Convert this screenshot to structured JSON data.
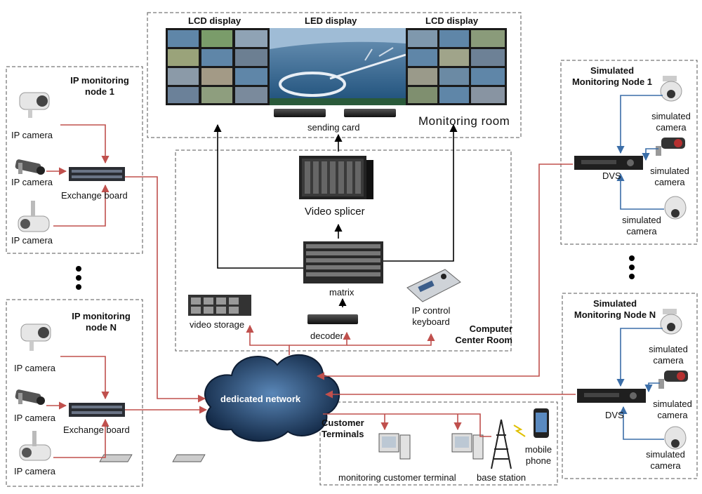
{
  "monitoring_room": {
    "title": "Monitoring  room",
    "lcd_left": "LCD display",
    "led": "LED display",
    "lcd_right": "LCD display",
    "sending_card": "sending card"
  },
  "computer_center": {
    "title_line1": "Computer",
    "title_line2": "Center Room",
    "video_splicer": "Video splicer",
    "matrix": "matrix",
    "video_storage": "video storage",
    "decoder": "decoder",
    "ip_control_line1": "IP control",
    "ip_control_line2": "keyboard"
  },
  "ip_node_1": {
    "title_line1": "IP monitoring",
    "title_line2": "node 1",
    "camera1": "IP camera",
    "camera2": "IP camera",
    "camera3": "IP camera",
    "exchange_board": "Exchange  board"
  },
  "ip_node_n": {
    "title_line1": "IP monitoring",
    "title_line2": "node N",
    "camera1": "IP camera",
    "camera2": "IP camera",
    "camera3": "IP camera",
    "exchange_board": "Exchange  board"
  },
  "sim_node_1": {
    "title_line1": "Simulated",
    "title_line2": "Monitoring Node 1",
    "cam1_line1": "simulated",
    "cam1_line2": "camera",
    "cam2_line1": "simulated",
    "cam2_line2": "camera",
    "cam3_line1": "simulated",
    "cam3_line2": "camera",
    "dvs": "DVS"
  },
  "sim_node_n": {
    "title_line1": "Simulated",
    "title_line2": "Monitoring Node N",
    "cam1_line1": "simulated",
    "cam1_line2": "camera",
    "cam2_line1": "simulated",
    "cam2_line2": "camera",
    "cam3_line1": "simulated",
    "cam3_line2": "camera",
    "dvs": "DVS"
  },
  "network": {
    "label": "dedicated network"
  },
  "customer": {
    "title_line1": "Customer",
    "title_line2": "Terminals",
    "terminal": "monitoring customer terminal",
    "base_station": "base station",
    "phone_line1": "mobile",
    "phone_line2": "phone"
  },
  "colors": {
    "red_line": "#c0504d",
    "blue_line": "#3b6ea8",
    "black_line": "#000000",
    "cloud": "#1f3a5f"
  }
}
